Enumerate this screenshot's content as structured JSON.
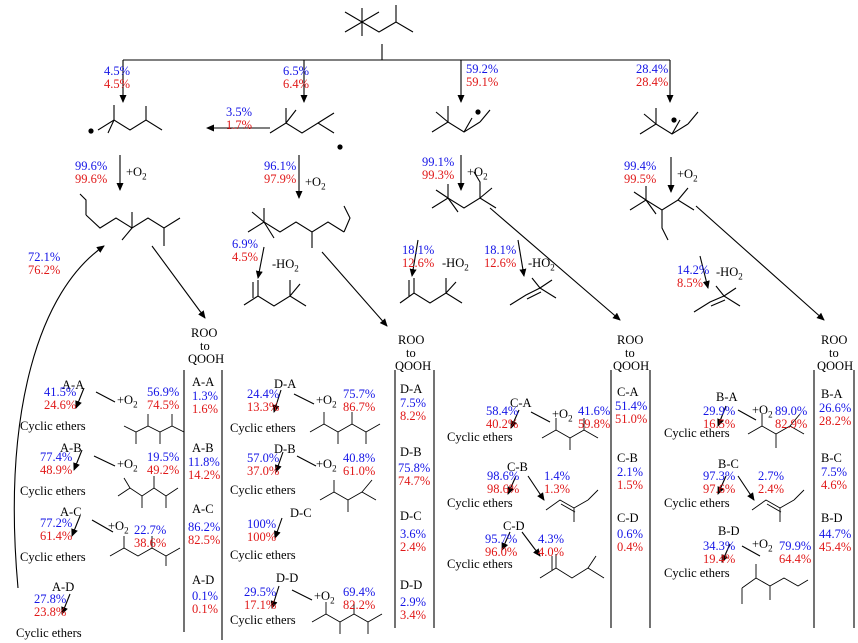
{
  "colors": {
    "pct_a": "#1515e6",
    "pct_b": "#e01818",
    "lines": "#000000"
  },
  "o2": "+O",
  "o2_sub": "2",
  "ho2": "-HO",
  "ho2_sub": "2",
  "cyclic": "Cyclic ethers",
  "roo": [
    "ROO",
    "to",
    "QOOH"
  ],
  "branches": [
    {
      "key": "A",
      "b": "4.5%",
      "r": "4.5%",
      "o2_b": "99.6%",
      "o2_r": "99.6%"
    },
    {
      "key": "D",
      "b": "6.5%",
      "r": "6.4%",
      "o2_b": "96.1%",
      "o2_r": "97.9%",
      "iso_b": "3.5%",
      "iso_r": "1.7%",
      "ho2_b": "6.9%",
      "ho2_r": "4.5%"
    },
    {
      "key": "C",
      "b": "59.2%",
      "r": "59.1%",
      "o2_b": "99.1%",
      "o2_r": "99.3%",
      "ho2a_b": "18.1%",
      "ho2a_r": "12.6%",
      "ho2b_b": "18.1%",
      "ho2b_r": "12.6%"
    },
    {
      "key": "B",
      "b": "28.4%",
      "r": "28.4%",
      "o2_b": "99.4%",
      "o2_r": "99.5%",
      "ho2_b": "14.2%",
      "ho2_r": "8.5%"
    }
  ],
  "recycle": {
    "b": "72.1%",
    "r": "76.2%"
  },
  "panels": {
    "A": {
      "steps": [
        {
          "label": "A-A",
          "ce_b": "41.5%",
          "ce_r": "24.6%",
          "o2_b": "56.9%",
          "o2_r": "74.5%"
        },
        {
          "label": "A-B",
          "ce_b": "77.4%",
          "ce_r": "48.9%",
          "o2_b": "19.5%",
          "o2_r": "49.2%"
        },
        {
          "label": "A-C",
          "ce_b": "77.2%",
          "ce_r": "61.4%",
          "o2_b": "22.7%",
          "o2_r": "38.6%"
        },
        {
          "label": "A-D",
          "ce_b": "27.8%",
          "ce_r": "23.8%"
        }
      ],
      "roo": [
        {
          "label": "A-A",
          "b": "1.3%",
          "r": "1.6%"
        },
        {
          "label": "A-B",
          "b": "11.8%",
          "r": "14.2%"
        },
        {
          "label": "A-C",
          "b": "86.2%",
          "r": "82.5%"
        },
        {
          "label": "A-D",
          "b": "0.1%",
          "r": "0.1%"
        }
      ]
    },
    "D": {
      "steps": [
        {
          "label": "D-A",
          "ce_b": "24.4%",
          "ce_r": "13.3%",
          "o2_b": "75.7%",
          "o2_r": "86.7%"
        },
        {
          "label": "D-B",
          "ce_b": "57.0%",
          "ce_r": "37.0%",
          "o2_b": "40.8%",
          "o2_r": "61.0%"
        },
        {
          "label": "D-C",
          "ce_b": "100%",
          "ce_r": "100%"
        },
        {
          "label": "D-D",
          "ce_b": "29.5%",
          "ce_r": "17.1%",
          "o2_b": "69.4%",
          "o2_r": "82.2%"
        }
      ],
      "roo": [
        {
          "label": "D-A",
          "b": "7.5%",
          "r": "8.2%"
        },
        {
          "label": "D-B",
          "b": "75.8%",
          "r": "74.7%"
        },
        {
          "label": "D-C",
          "b": "3.6%",
          "r": "2.4%"
        },
        {
          "label": "D-D",
          "b": "2.9%",
          "r": "3.4%"
        }
      ]
    },
    "C": {
      "steps": [
        {
          "label": "C-A",
          "ce_b": "58.4%",
          "ce_r": "40.2%",
          "o2_b": "41.6%",
          "o2_r": "59.8%"
        },
        {
          "label": "C-B",
          "ce_b": "98.6%",
          "ce_r": "98.6%",
          "x_b": "1.4%",
          "x_r": "1.3%"
        },
        {
          "label": "C-D",
          "ce_b": "95.7%",
          "ce_r": "96.0%",
          "x_b": "4.3%",
          "x_r": "4.0%"
        }
      ],
      "roo": [
        {
          "label": "C-A",
          "b": "51.4%",
          "r": "51.0%"
        },
        {
          "label": "C-B",
          "b": "2.1%",
          "r": "1.5%"
        },
        {
          "label": "C-D",
          "b": "0.6%",
          "r": "0.4%"
        }
      ]
    },
    "B": {
      "steps": [
        {
          "label": "B-A",
          "ce_b": "29.9%",
          "ce_r": "16.5%",
          "o2_b": "89.0%",
          "o2_r": "82.9%"
        },
        {
          "label": "B-C",
          "ce_b": "97.3%",
          "ce_r": "97.6%",
          "x_b": "2.7%",
          "x_r": "2.4%"
        },
        {
          "label": "B-D",
          "ce_b": "34.3%",
          "ce_r": "19.4%",
          "o2_b": "79.9%",
          "o2_r": "64.4%"
        }
      ],
      "roo": [
        {
          "label": "B-A",
          "b": "26.6%",
          "r": "28.2%"
        },
        {
          "label": "B-C",
          "b": "7.5%",
          "r": "4.6%"
        },
        {
          "label": "B-D",
          "b": "44.7%",
          "r": "45.4%"
        }
      ]
    }
  }
}
